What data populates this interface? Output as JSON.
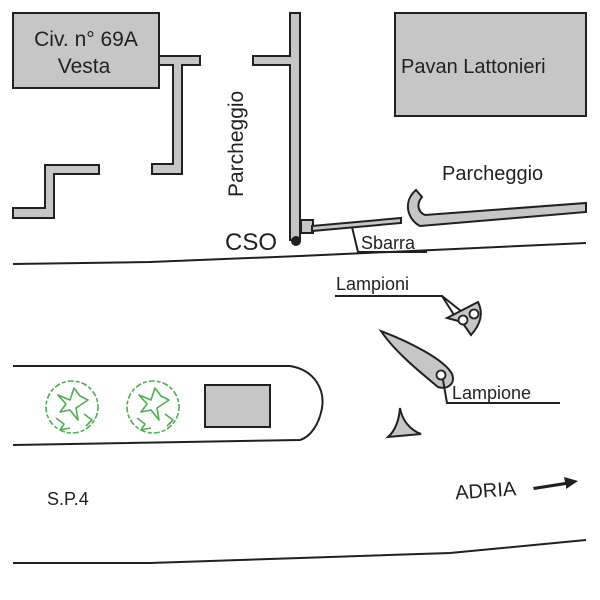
{
  "map": {
    "buildings": [
      {
        "id": "civ",
        "line1": "Civ. n° 69A",
        "line2": "Vesta"
      },
      {
        "id": "pavan",
        "label": "Pavan Lattonieri"
      }
    ],
    "labels": {
      "parcheggio_vertical": "Parcheggio",
      "parcheggio_right": "Parcheggio",
      "cso": "CSO",
      "sbarra": "Sbarra",
      "lampioni": "Lampioni",
      "lampione": "Lampione",
      "road": "S.P.4",
      "direction": "ADRIA"
    },
    "colors": {
      "structure_fill": "#c6c6c6",
      "outline": "#231f20",
      "tree": "#4caf50"
    }
  }
}
